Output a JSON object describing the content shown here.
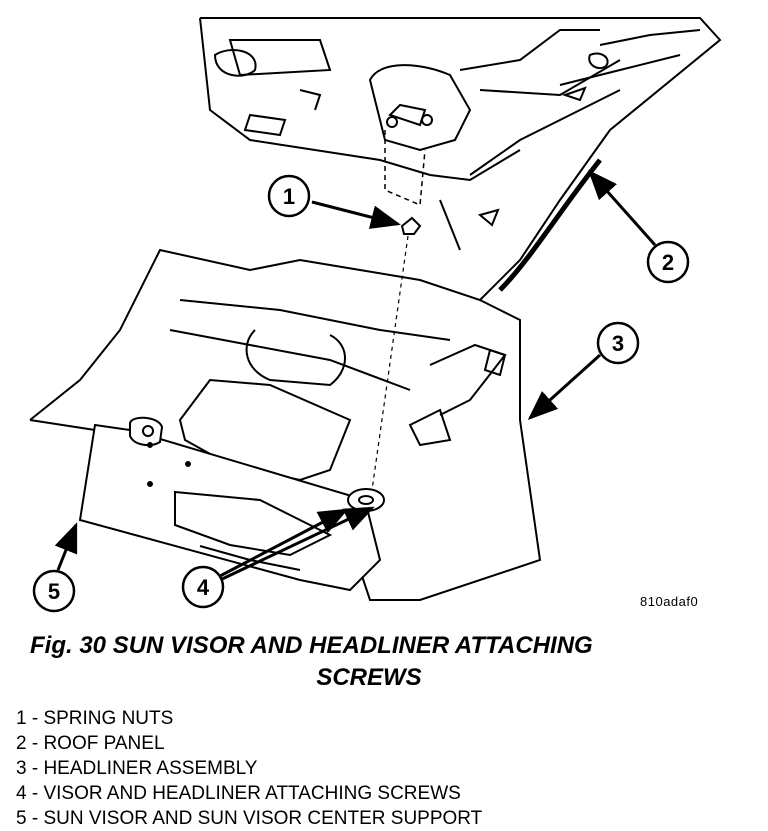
{
  "callouts": [
    "1",
    "2",
    "3",
    "4",
    "5"
  ],
  "figure_code": "810adaf0",
  "caption": {
    "line1": "Fig. 30 SUN VISOR AND HEADLINER ATTACHING",
    "line2": "SCREWS"
  },
  "legend": [
    "1 - SPRING NUTS",
    "2 - ROOF PANEL",
    "3 - HEADLINER ASSEMBLY",
    "4 - VISOR AND HEADLINER ATTACHING SCREWS",
    "5 - SUN VISOR AND SUN VISOR CENTER SUPPORT"
  ]
}
